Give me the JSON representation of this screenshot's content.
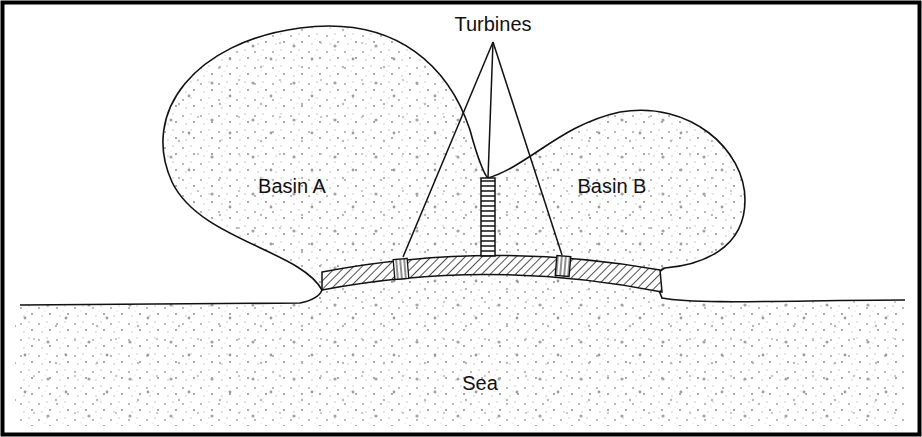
{
  "diagram": {
    "labels": [
      "Turbines",
      "Basin A",
      "Basin B",
      "Sea"
    ]
  }
}
